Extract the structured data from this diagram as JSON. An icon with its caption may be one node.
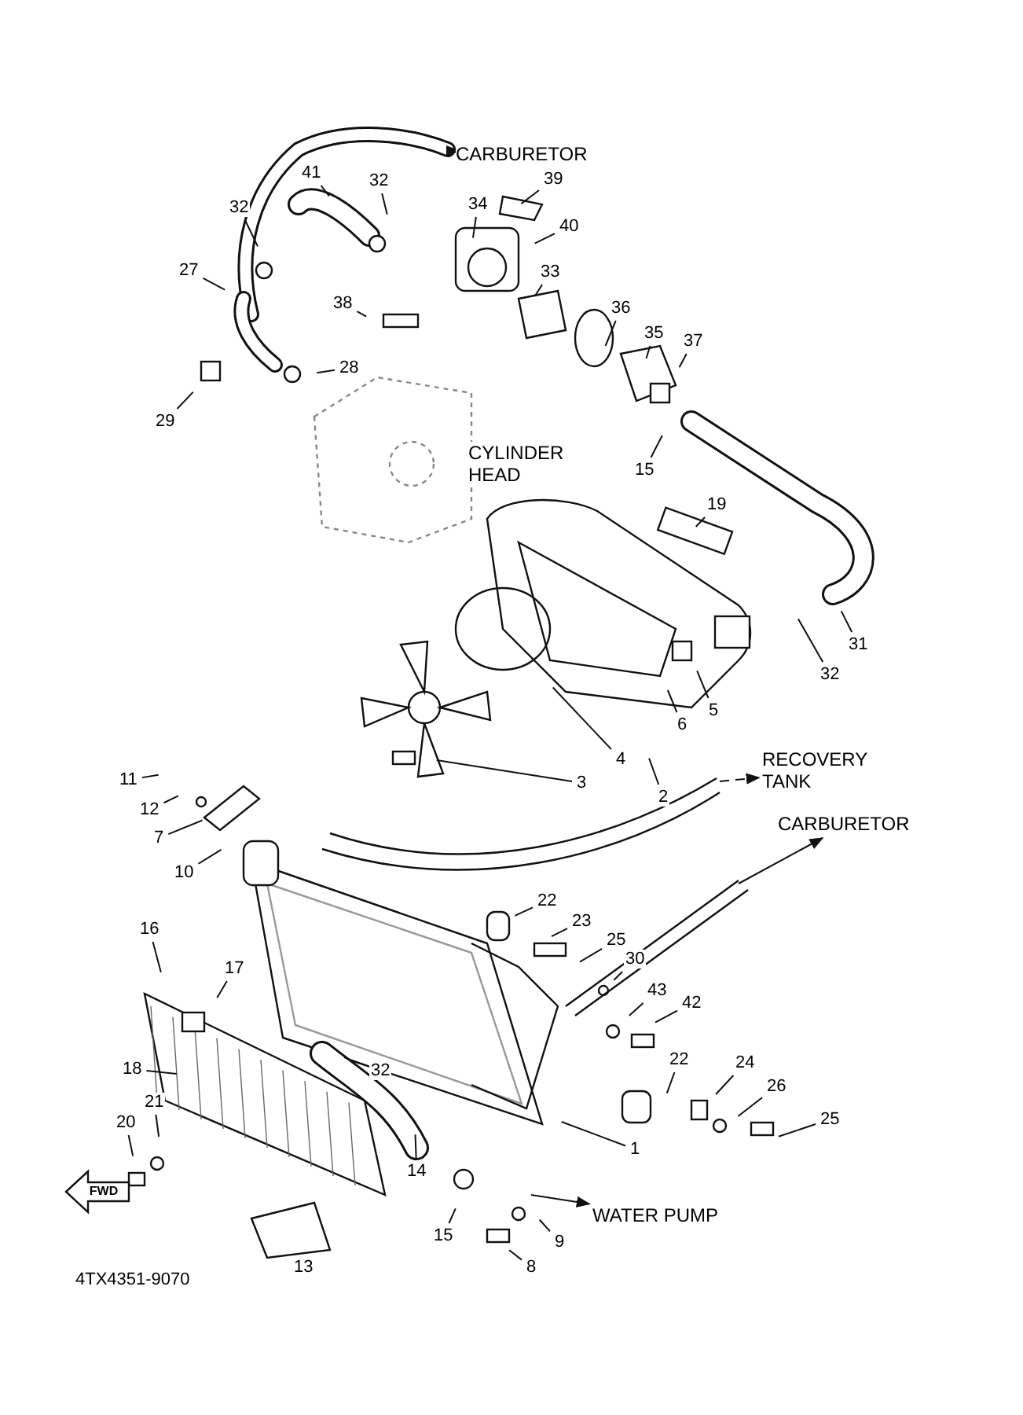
{
  "diagram": {
    "nodes": [
      {
        "text": [
          "CARBURETOR"
        ]
      },
      {
        "text": [
          "CYLINDER HEAD"
        ]
      },
      {
        "text": [
          "RECOVERY TANK"
        ]
      },
      {
        "text": [
          "CARBURETOR"
        ]
      },
      {
        "text": [
          "WATER PUMP"
        ]
      },
      {
        "text": [
          "FWD"
        ]
      },
      {
        "text": [
          "41"
        ]
      },
      {
        "text": [
          "32"
        ]
      },
      {
        "text": [
          "32"
        ]
      },
      {
        "text": [
          "34"
        ]
      },
      {
        "text": [
          "39"
        ]
      },
      {
        "text": [
          "40"
        ]
      },
      {
        "text": [
          "33"
        ]
      },
      {
        "text": [
          "27"
        ]
      },
      {
        "text": [
          "38"
        ]
      },
      {
        "text": [
          "36"
        ]
      },
      {
        "text": [
          "35"
        ]
      },
      {
        "text": [
          "37"
        ]
      },
      {
        "text": [
          "28"
        ]
      },
      {
        "text": [
          "29"
        ]
      },
      {
        "text": [
          "15"
        ]
      },
      {
        "text": [
          "19"
        ]
      },
      {
        "text": [
          "31"
        ]
      },
      {
        "text": [
          "32"
        ]
      },
      {
        "text": [
          "5"
        ]
      },
      {
        "text": [
          "6"
        ]
      },
      {
        "text": [
          "4"
        ]
      },
      {
        "text": [
          "3"
        ]
      },
      {
        "text": [
          "2"
        ]
      },
      {
        "text": [
          "11"
        ]
      },
      {
        "text": [
          "12"
        ]
      },
      {
        "text": [
          "7"
        ]
      },
      {
        "text": [
          "10"
        ]
      },
      {
        "text": [
          "16"
        ]
      },
      {
        "text": [
          "17"
        ]
      },
      {
        "text": [
          "22"
        ]
      },
      {
        "text": [
          "23"
        ]
      },
      {
        "text": [
          "25"
        ]
      },
      {
        "text": [
          "30"
        ]
      },
      {
        "text": [
          "43"
        ]
      },
      {
        "text": [
          "42"
        ]
      },
      {
        "text": [
          "22"
        ]
      },
      {
        "text": [
          "24"
        ]
      },
      {
        "text": [
          "26"
        ]
      },
      {
        "text": [
          "25"
        ]
      },
      {
        "text": [
          "18"
        ]
      },
      {
        "text": [
          "21"
        ]
      },
      {
        "text": [
          "20"
        ]
      },
      {
        "text": [
          "32"
        ]
      },
      {
        "text": [
          "1"
        ]
      },
      {
        "text": [
          "14"
        ]
      },
      {
        "text": [
          "15"
        ]
      },
      {
        "text": [
          "9"
        ]
      },
      {
        "text": [
          "8"
        ]
      },
      {
        "text": [
          "13"
        ]
      }
    ],
    "edges": [
      {
        "from": 6,
        "to": null,
        "arrow": "none"
      },
      {
        "from": 7,
        "to": null,
        "arrow": "none"
      },
      {
        "from": 8,
        "to": null,
        "arrow": "none"
      },
      {
        "from": 9,
        "to": null,
        "arrow": "none"
      },
      {
        "from": 10,
        "to": null,
        "arrow": "none"
      },
      {
        "from": 11,
        "to": null,
        "arrow": "none"
      },
      {
        "from": 12,
        "to": null,
        "arrow": "none"
      },
      {
        "from": 13,
        "to": null,
        "arrow": "none"
      },
      {
        "from": 14,
        "to": null,
        "arrow": "none"
      },
      {
        "from": 15,
        "to": null,
        "arrow": "none"
      },
      {
        "from": 16,
        "to": null,
        "arrow": "none"
      },
      {
        "from": 17,
        "to": null,
        "arrow": "none"
      },
      {
        "from": 18,
        "to": null,
        "arrow": "none"
      },
      {
        "from": 19,
        "to": null,
        "arrow": "none"
      },
      {
        "from": 20,
        "to": null,
        "arrow": "none"
      },
      {
        "from": 21,
        "to": null,
        "arrow": "none"
      },
      {
        "from": 22,
        "to": null,
        "arrow": "none"
      },
      {
        "from": 23,
        "to": null,
        "arrow": "none"
      },
      {
        "from": 24,
        "to": null,
        "arrow": "none"
      },
      {
        "from": 25,
        "to": null,
        "arrow": "none"
      },
      {
        "from": 26,
        "to": null,
        "arrow": "none"
      },
      {
        "from": 27,
        "to": null,
        "arrow": "none"
      },
      {
        "from": 28,
        "to": null,
        "arrow": "none"
      },
      {
        "from": 29,
        "to": null,
        "arrow": "none"
      },
      {
        "from": 30,
        "to": null,
        "arrow": "none"
      },
      {
        "from": 31,
        "to": null,
        "arrow": "none"
      },
      {
        "from": 32,
        "to": null,
        "arrow": "none"
      },
      {
        "from": 33,
        "to": null,
        "arrow": "none"
      },
      {
        "from": 34,
        "to": null,
        "arrow": "none"
      },
      {
        "from": 35,
        "to": null,
        "arrow": "none"
      },
      {
        "from": 36,
        "to": null,
        "arrow": "none"
      },
      {
        "from": 37,
        "to": null,
        "arrow": "none"
      },
      {
        "from": 38,
        "to": null,
        "arrow": "none"
      },
      {
        "from": 39,
        "to": null,
        "arrow": "none"
      },
      {
        "from": 40,
        "to": null,
        "arrow": "none"
      },
      {
        "from": 41,
        "to": null,
        "arrow": "none"
      },
      {
        "from": 42,
        "to": null,
        "arrow": "none"
      },
      {
        "from": 43,
        "to": null,
        "arrow": "none"
      },
      {
        "from": 44,
        "to": null,
        "arrow": "none"
      },
      {
        "from": 45,
        "to": null,
        "arrow": "none"
      },
      {
        "from": 46,
        "to": null,
        "arrow": "none"
      },
      {
        "from": 47,
        "to": null,
        "arrow": "none"
      },
      {
        "from": 48,
        "to": null,
        "arrow": "none"
      },
      {
        "from": 49,
        "to": null,
        "arrow": "none"
      },
      {
        "from": 50,
        "to": null,
        "arrow": "none"
      },
      {
        "from": 51,
        "to": null,
        "arrow": "none"
      },
      {
        "from": 52,
        "to": null,
        "arrow": "none"
      },
      {
        "from": 53,
        "to": null,
        "arrow": "none"
      },
      {
        "from": null,
        "to": 0,
        "arrow": "to",
        "style": "dashed"
      },
      {
        "from": null,
        "to": 2,
        "arrow": "to",
        "style": "dashed"
      },
      {
        "from": null,
        "to": 3,
        "arrow": "to"
      },
      {
        "from": null,
        "to": 4,
        "arrow": "to"
      }
    ],
    "labels": [
      "4TX4351-9070"
    ]
  }
}
